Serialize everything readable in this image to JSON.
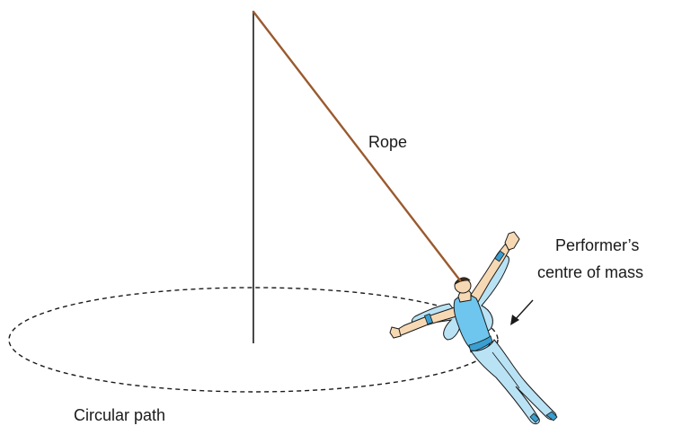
{
  "labels": {
    "rope": "Rope",
    "performer_line1": "Performer’s",
    "performer_line2": "centre of mass",
    "circular_path": "Circular path"
  },
  "colors": {
    "rope": "#9a5a2e",
    "pole": "#1a1a1a",
    "path": "#1a1a1a",
    "costume": "#6ec6ee",
    "costume_dark": "#3a9fd0",
    "skin": "#f6d9b4",
    "wing": "#b9e3f5",
    "outline": "#1a1a1a"
  },
  "icons": {
    "arrow": "arrow-icon",
    "performer": "performer-icon"
  }
}
